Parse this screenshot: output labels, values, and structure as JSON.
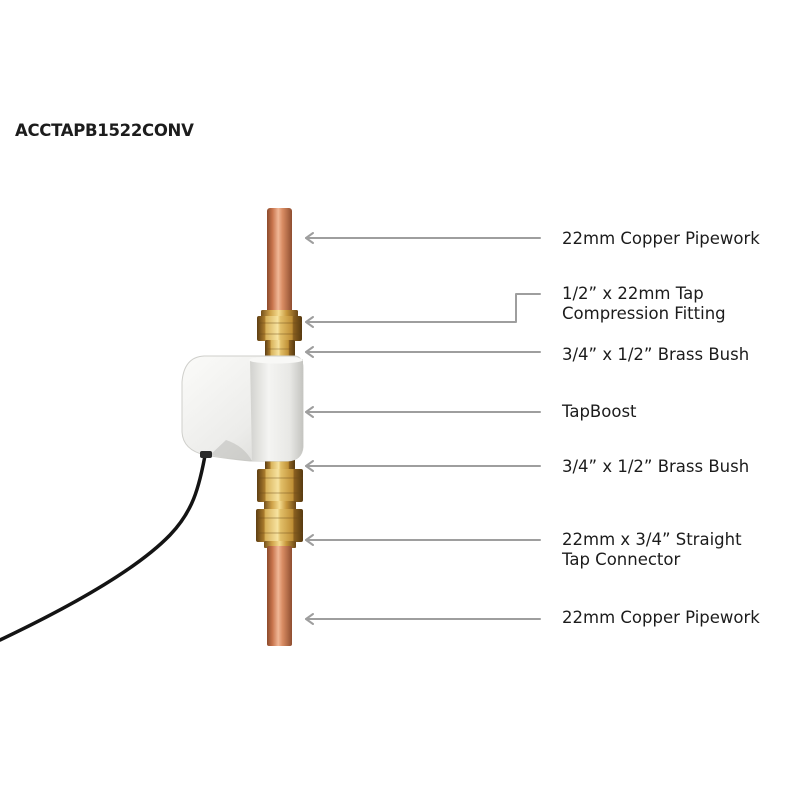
{
  "title": "ACCTAPB1522CONV",
  "callouts": [
    {
      "lines": [
        "22mm Copper Pipework"
      ]
    },
    {
      "lines": [
        "1/2” x 22mm Tap",
        "Compression Fitting"
      ]
    },
    {
      "lines": [
        "3/4” x 1/2” Brass Bush"
      ]
    },
    {
      "lines": [
        "TapBoost"
      ]
    },
    {
      "lines": [
        "3/4” x 1/2” Brass Bush"
      ]
    },
    {
      "lines": [
        "22mm x 3/4” Straight",
        "Tap Connector"
      ]
    },
    {
      "lines": [
        "22mm Copper Pipework"
      ]
    }
  ],
  "colors": {
    "text": "#1c1c1c",
    "arrow": "#9e9e9e",
    "cable": "#141414",
    "background": "#ffffff"
  }
}
